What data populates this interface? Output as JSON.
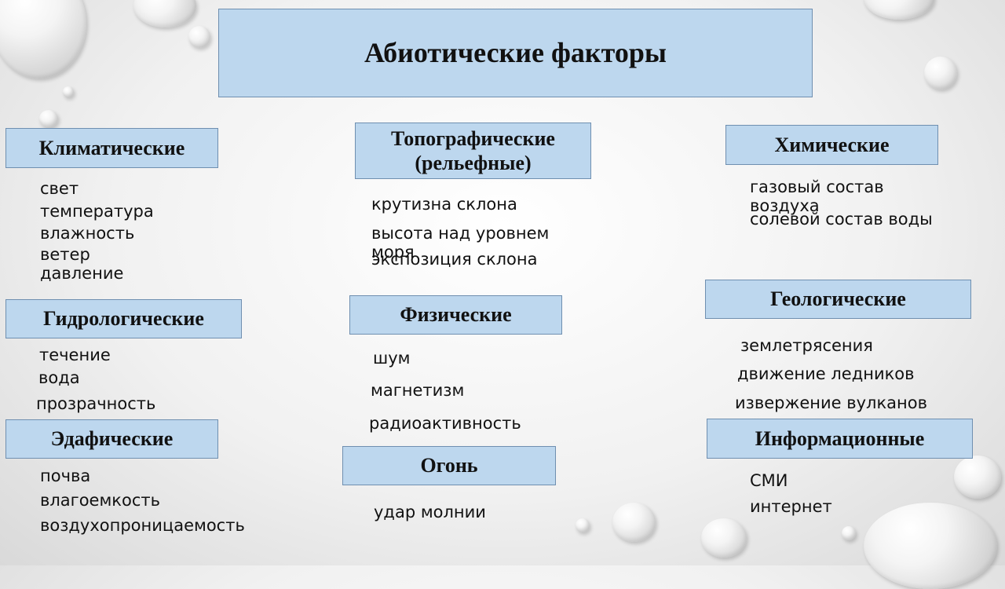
{
  "title": "Абиотические факторы",
  "categories": {
    "climatic": {
      "label": "Климатические",
      "items": [
        "свет",
        "температура",
        "влажность",
        "ветер",
        "давление"
      ]
    },
    "topographic": {
      "label": "Топографические (рельефные)",
      "items": [
        "крутизна склона",
        "высота над уровнем моря",
        "экспозиция склона"
      ]
    },
    "chemical": {
      "label": "Химические",
      "items": [
        "газовый состав воздуха",
        "солевой состав воды"
      ]
    },
    "hydrological": {
      "label": "Гидрологические",
      "items": [
        "течение",
        "вода",
        "прозрачность"
      ]
    },
    "physical": {
      "label": "Физические",
      "items": [
        "шум",
        "магнетизм",
        "радиоактивность"
      ]
    },
    "geological": {
      "label": "Геологические",
      "items": [
        "землетрясения",
        "движение ледников",
        "извержение вулканов"
      ]
    },
    "edaphic": {
      "label": "Эдафические",
      "items": [
        "почва",
        "влагоемкость",
        "воздухопроницаемость"
      ]
    },
    "fire": {
      "label": "Огонь",
      "items": [
        "удар молнии"
      ]
    },
    "informational": {
      "label": "Информационные",
      "items": [
        "СМИ",
        "интернет"
      ]
    }
  },
  "colors": {
    "box_fill": "#bdd7ee",
    "box_border": "#6f8fb0"
  }
}
